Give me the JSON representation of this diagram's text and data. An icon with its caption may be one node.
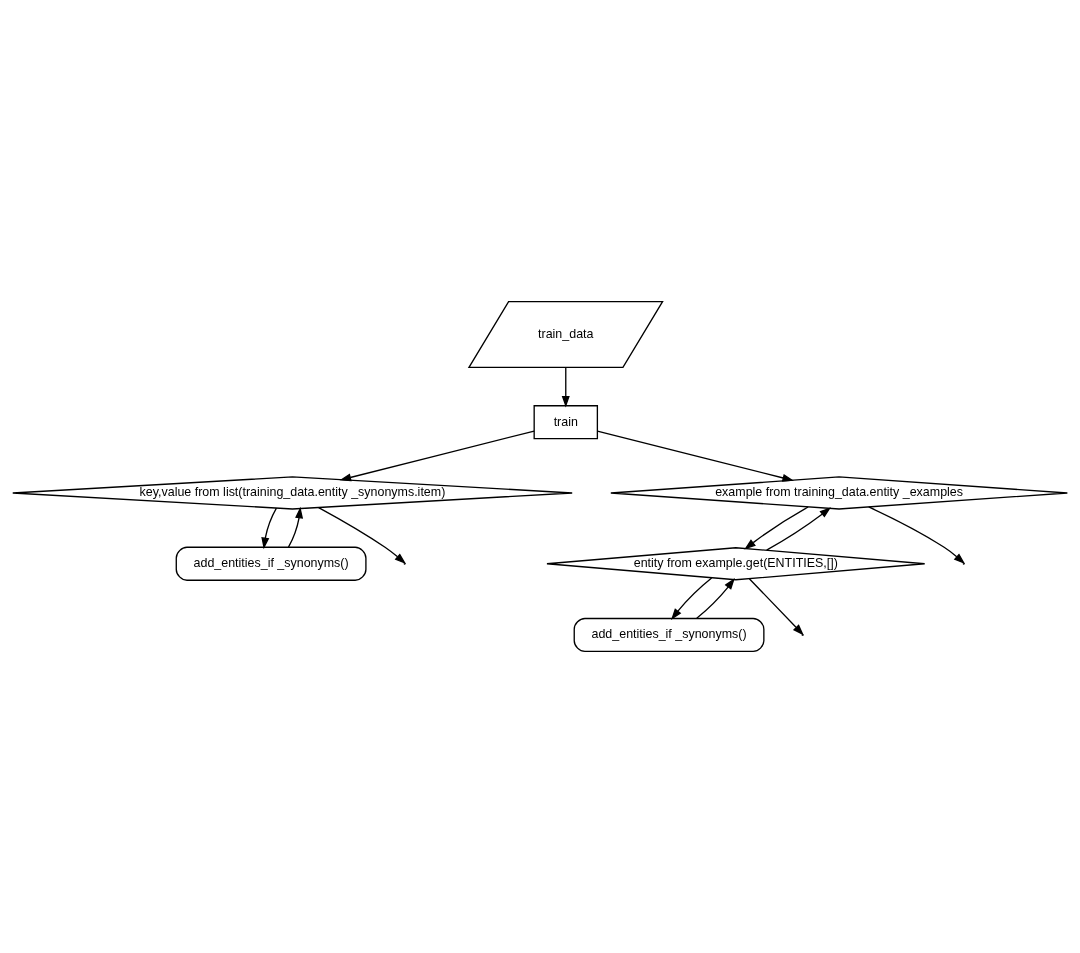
{
  "diagram": {
    "nodes": [
      {
        "text": [
          "train_data"
        ]
      },
      {
        "text": [
          "train"
        ]
      },
      {
        "text": [
          "key,value from list(training_data.entity _synonyms.item)"
        ]
      },
      {
        "text": [
          "add_entities_if _synonyms()"
        ]
      },
      {
        "text": [
          "example from training_data.entity _examples"
        ]
      },
      {
        "text": [
          "entity from example.get(ENTITIES,[])"
        ]
      },
      {
        "text": [
          "add_entities_if _synonyms()"
        ]
      }
    ],
    "edges": [
      {
        "from": 0,
        "to": 1,
        "arrow": "to"
      },
      {
        "from": 1,
        "to": 2,
        "arrow": "to"
      },
      {
        "from": 1,
        "to": 4,
        "arrow": "to"
      },
      {
        "from": 2,
        "to": 3,
        "arrow": "to"
      },
      {
        "from": 3,
        "to": 2,
        "arrow": "to"
      },
      {
        "from": 2,
        "to": null,
        "arrow": "to"
      },
      {
        "from": 4,
        "to": null,
        "arrow": "to"
      },
      {
        "from": 4,
        "to": 5,
        "arrow": "to"
      },
      {
        "from": 5,
        "to": 6,
        "arrow": "to"
      },
      {
        "from": 6,
        "to": 5,
        "arrow": "to"
      },
      {
        "from": 5,
        "to": 4,
        "arrow": "to"
      },
      {
        "from": 5,
        "to": null,
        "arrow": "to"
      }
    ]
  }
}
